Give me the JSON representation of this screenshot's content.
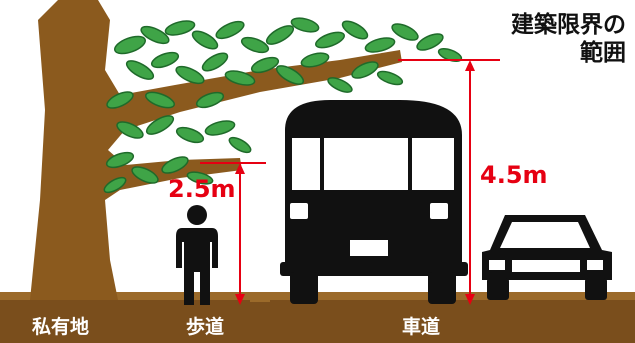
{
  "title_line1": "建築限界の",
  "title_line2": "範囲",
  "sidewalk_height": "2.5m",
  "roadway_height": "4.5m",
  "ground_labels": {
    "private_land": "私有地",
    "sidewalk": "歩道",
    "roadway": "車道"
  },
  "colors": {
    "brown": "#8b5a1e",
    "ground": "#7a4e1c",
    "leaf": "#3fa447",
    "leaf_dark": "#1f6a2a",
    "red": "#e60012",
    "vehicle": "#111111"
  }
}
